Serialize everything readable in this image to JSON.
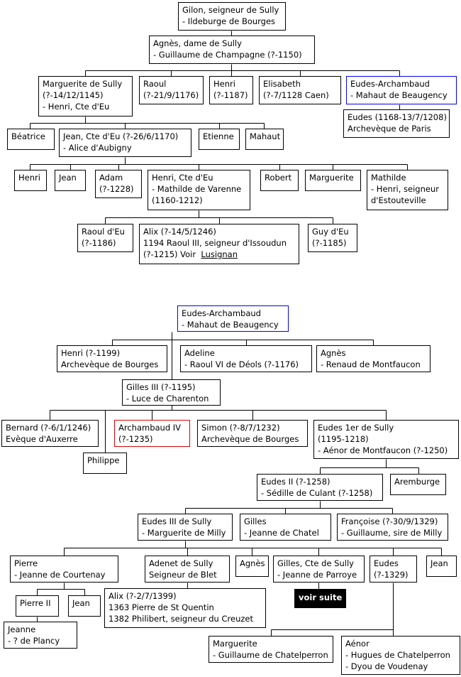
{
  "tree1": {
    "gilon": [
      "Gilon, seigneur de Sully",
      "- Ildeburge de Bourges"
    ],
    "agnes": [
      "Agnès, dame de Sully",
      "- Guillaume de Champagne (?-1150)"
    ],
    "marguerite": [
      "Marguerite de Sully",
      "(?-14/12/1145)",
      "- Henri, Cte d'Eu"
    ],
    "raoul": [
      "Raoul",
      "(?-21/9/1176)"
    ],
    "henri": [
      "Henri",
      "(?-1187)"
    ],
    "elisabeth": [
      "Elisabeth",
      "(?-7/1128 Caen)"
    ],
    "eudes_arch": [
      "Eudes-Archambaud",
      "- Mahaut de Beaugency"
    ],
    "eudes_paris": [
      "Eudes (1168-13/7/1208)",
      "Archevèque de Paris"
    ],
    "beatrice": [
      "Béatrice"
    ],
    "jean_eu": [
      "Jean, Cte d'Eu (?-26/6/1170)",
      "- Alice d'Aubigny"
    ],
    "etienne": [
      "Etienne"
    ],
    "mahaut": [
      "Mahaut"
    ],
    "henri2": [
      "Henri"
    ],
    "jean2": [
      "Jean"
    ],
    "adam": [
      "Adam",
      "(?-1228)"
    ],
    "henri_eu": [
      "Henri, Cte d'Eu",
      "- Mathilde de Varenne",
      "(1160-1212)"
    ],
    "robert": [
      "Robert"
    ],
    "marguerite2": [
      "Marguerite"
    ],
    "mathilde": [
      "Mathilde",
      "- Henri, seigneur",
      "d'Estouteville"
    ],
    "raoul_eu": [
      "Raoul d'Eu",
      "(?-1186)"
    ],
    "alix": [
      "Alix (?-14/5/1246)",
      "1194 Raoul III, seigneur d'Issoudun"
    ],
    "alix_voir": "(?-1215) Voir",
    "alix_link": "Lusignan",
    "guy_eu": [
      "Guy d'Eu",
      "(?-1185)"
    ]
  },
  "tree2": {
    "eudes_arch": [
      "Eudes-Archambaud",
      "- Mahaut de Beaugency"
    ],
    "henri_bourges": [
      "Henri (?-1199)",
      "Archevèque de Bourges"
    ],
    "adeline": [
      "Adeline",
      "- Raoul VI de Déols (?-1176)"
    ],
    "agnes": [
      "Agnès",
      "- Renaud de Montfaucon"
    ],
    "gilles3": [
      "Gilles III (?-1195)",
      "- Luce de Charenton"
    ],
    "bernard": [
      "Bernard (?-6/1/1246)",
      "Evèque d'Auxerre"
    ],
    "archambaud": [
      "Archambaud IV",
      "(?-1235)"
    ],
    "simon": [
      "Simon (?-8/7/1232)",
      "Archevèque de Bourges"
    ],
    "eudes1": [
      "Eudes 1er de Sully",
      "(1195-1218)",
      "- Aénor de Montfaucon (?-1250)"
    ],
    "philippe": [
      "Philippe"
    ],
    "eudes2": [
      "Eudes II (?-1258)",
      "- Sédille de Culant (?-1258)"
    ],
    "aremburge": [
      "Aremburge"
    ],
    "eudes3": [
      "Eudes III de Sully",
      "- Marguerite de Milly"
    ],
    "gilles": [
      "Gilles",
      "- Jeanne de Chatel"
    ],
    "francoise": [
      "Françoise (?-30/9/1329)",
      "- Guillaume, sire de Milly"
    ],
    "pierre": [
      "Pierre",
      "- Jeanne de Courtenay"
    ],
    "adenet": [
      "Adenet  de Sully",
      "Seigneur de Blet"
    ],
    "agnes2": [
      "Agnès"
    ],
    "gilles_cte": [
      "Gilles, Cte de Sully",
      "- Jeanne de Parroye"
    ],
    "eudes_1329": [
      "Eudes",
      "(?-1329)"
    ],
    "jean_r": [
      "Jean"
    ],
    "voir_suite": "voir suite",
    "pierre2": [
      "Pierre II"
    ],
    "jean3": [
      "Jean"
    ],
    "alix2": [
      "Alix (?-2/7/1399)",
      "1363 Pierre de St Quentin",
      "1382 Philibert, seigneur du Creuzet"
    ],
    "jeanne": [
      "Jeanne",
      "- ? de Plancy"
    ],
    "marguerite3": [
      "Marguerite",
      "- Guillaume de Chatelperron"
    ],
    "aenor": [
      "Aénor",
      "- Hugues de Chatelperron",
      "- Dyou de  Voudenay"
    ]
  }
}
